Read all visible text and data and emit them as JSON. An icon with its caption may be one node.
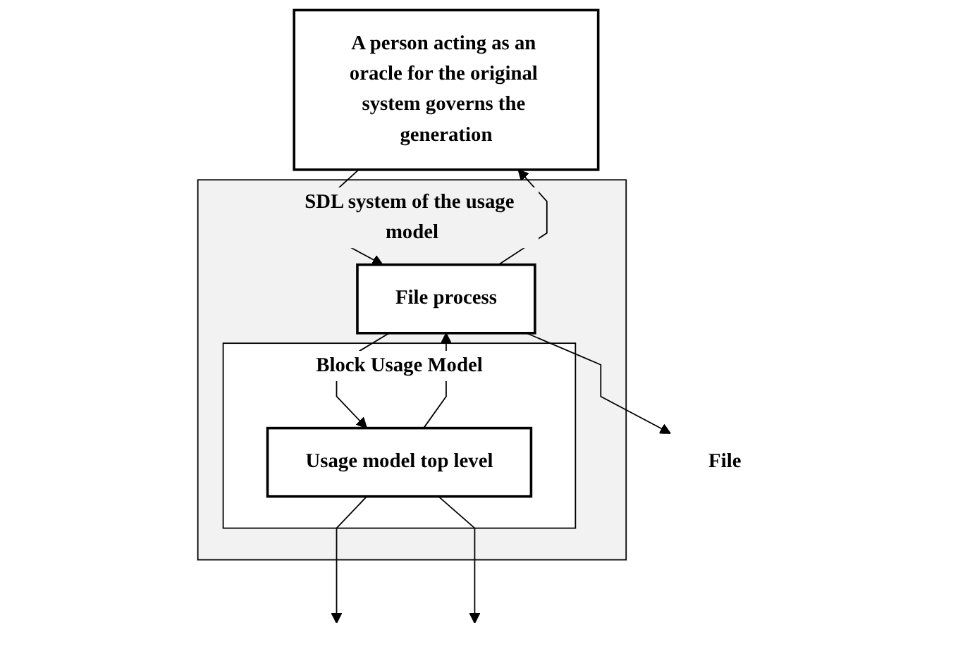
{
  "diagram": {
    "nodes": [
      {
        "text": [
          "A person acting as an oracle for the original system governs the generation"
        ]
      },
      {
        "text": [
          "SDL system of the usage model"
        ]
      },
      {
        "text": [
          "File process"
        ],
        "in": 1
      },
      {
        "text": [
          "Block Usage Model"
        ],
        "in": 1
      },
      {
        "text": [
          "Usage model top level"
        ],
        "in": 3
      },
      {
        "text": [
          "File"
        ]
      }
    ],
    "edges": [
      {
        "from": 0,
        "to": 2,
        "arrow": "to"
      },
      {
        "from": 2,
        "to": 0,
        "arrow": "to"
      },
      {
        "from": 2,
        "to": 4,
        "arrow": "to"
      },
      {
        "from": 4,
        "to": 2,
        "arrow": "to"
      },
      {
        "from": 2,
        "to": 5,
        "arrow": "to"
      },
      {
        "from": 4,
        "to": null,
        "arrow": "to"
      },
      {
        "from": 4,
        "to": null,
        "arrow": "to"
      }
    ]
  }
}
